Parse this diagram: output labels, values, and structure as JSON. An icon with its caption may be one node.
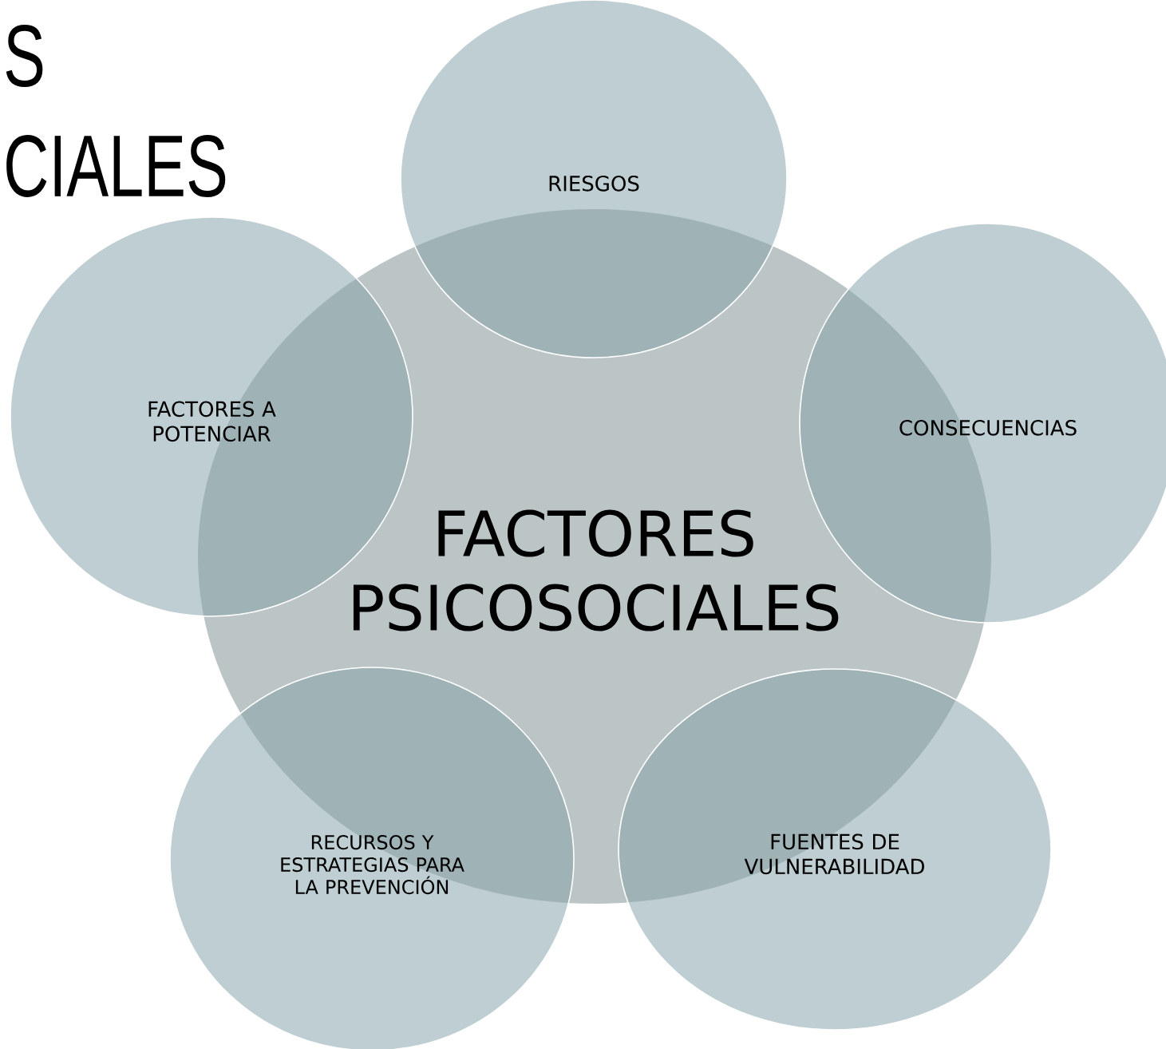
{
  "diagram": {
    "nodes": [
      {
        "text": [
          "RIESGOS"
        ]
      },
      {
        "text": [
          "FACTORES A POTENCIAR"
        ]
      },
      {
        "text": [
          "CONSECUENCIAS"
        ]
      },
      {
        "text": [
          "FACTORES PSICOSOCIALES"
        ]
      },
      {
        "text": [
          "RECURSOS Y ESTRATEGIAS PARA LA PREVENCIÓN"
        ]
      },
      {
        "text": [
          "FUENTES DE VULNERABILIDAD"
        ]
      }
    ],
    "labels": [
      "S",
      "CIALES"
    ]
  }
}
